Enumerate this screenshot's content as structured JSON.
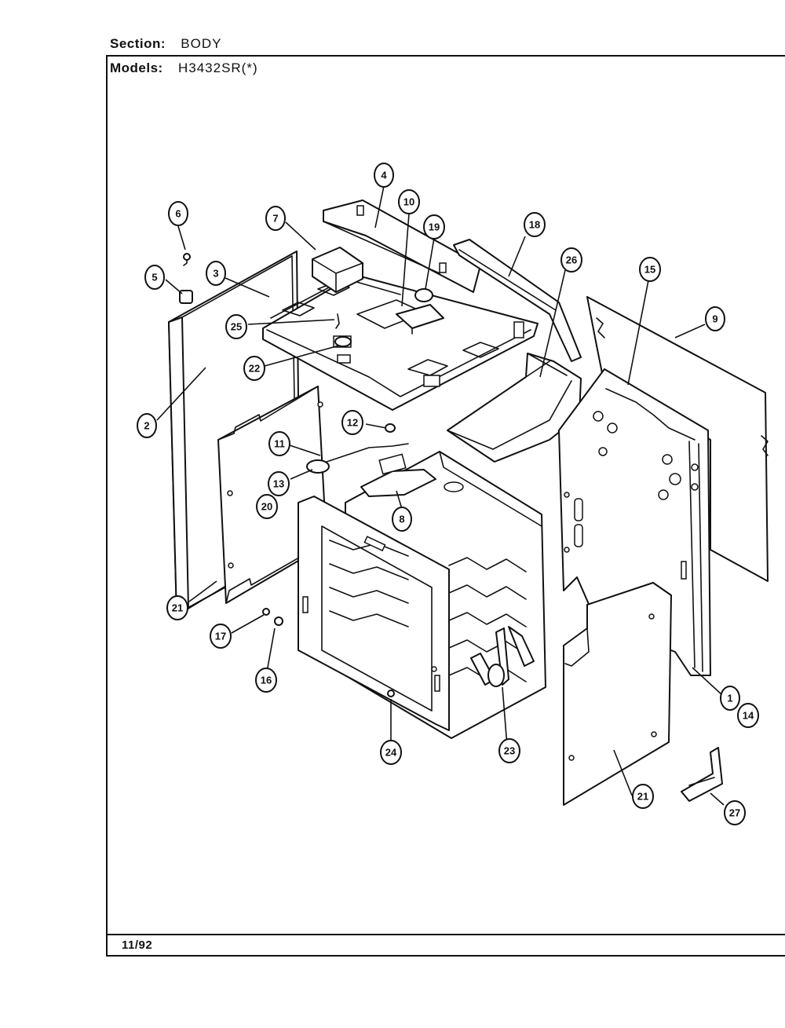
{
  "header": {
    "section_label": "Section:",
    "section_value": "BODY",
    "models_label": "Models:",
    "models_value": "H3432SR(*)"
  },
  "footer": {
    "date": "11/92"
  },
  "callouts": [
    {
      "id": "c1",
      "label": "1"
    },
    {
      "id": "c2",
      "label": "2"
    },
    {
      "id": "c3",
      "label": "3"
    },
    {
      "id": "c4",
      "label": "4"
    },
    {
      "id": "c5",
      "label": "5"
    },
    {
      "id": "c6",
      "label": "6"
    },
    {
      "id": "c7",
      "label": "7"
    },
    {
      "id": "c8",
      "label": "8"
    },
    {
      "id": "c9",
      "label": "9"
    },
    {
      "id": "c10",
      "label": "10"
    },
    {
      "id": "c11",
      "label": "11"
    },
    {
      "id": "c12",
      "label": "12"
    },
    {
      "id": "c13",
      "label": "13"
    },
    {
      "id": "c14",
      "label": "14"
    },
    {
      "id": "c15",
      "label": "15"
    },
    {
      "id": "c16",
      "label": "16"
    },
    {
      "id": "c17",
      "label": "17"
    },
    {
      "id": "c18",
      "label": "18"
    },
    {
      "id": "c19",
      "label": "19"
    },
    {
      "id": "c20",
      "label": "20"
    },
    {
      "id": "c21a",
      "label": "21"
    },
    {
      "id": "c21b",
      "label": "21"
    },
    {
      "id": "c22",
      "label": "22"
    },
    {
      "id": "c23",
      "label": "23"
    },
    {
      "id": "c24",
      "label": "24"
    },
    {
      "id": "c25",
      "label": "25"
    },
    {
      "id": "c26",
      "label": "26"
    },
    {
      "id": "c27",
      "label": "27"
    }
  ]
}
